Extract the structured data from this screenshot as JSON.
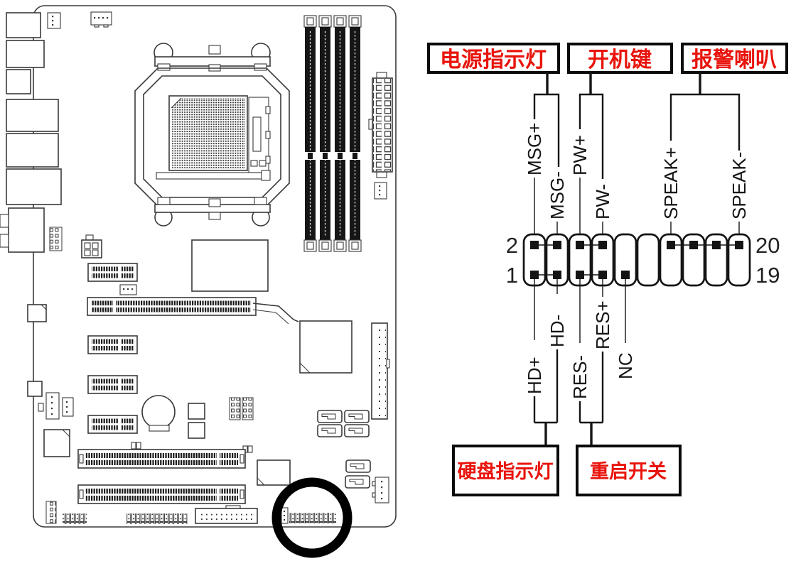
{
  "colors": {
    "label_red": "#e8140c",
    "diagram_line": "#141414",
    "board_line": "#3a3a3a",
    "background": "#ffffff"
  },
  "connector_labels": {
    "power_led": "电源指示灯",
    "power_button": "开机键",
    "speaker": "报警喇叭",
    "hdd_led": "硬盘指示灯",
    "reset_switch": "重启开关"
  },
  "pin_labels": {
    "top": [
      "MSG+",
      "MSG-",
      "PW+",
      "PW-",
      "SPEAK+",
      "SPEAK-"
    ],
    "bottom": [
      "HD+",
      "HD-",
      "RES-",
      "RES+",
      "NC"
    ]
  },
  "pin_numbers": {
    "top_left": "2",
    "bottom_left": "1",
    "top_right": "20",
    "bottom_right": "19"
  }
}
